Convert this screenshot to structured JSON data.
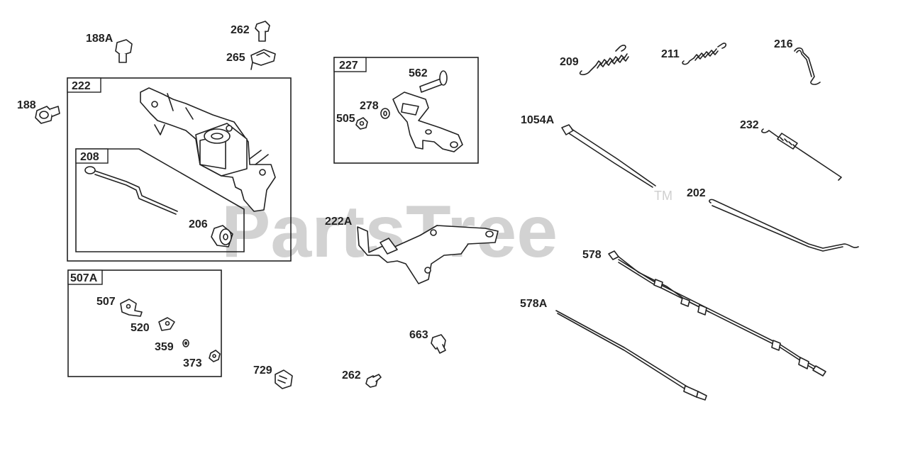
{
  "watermark": {
    "text": "PartsTree",
    "trademark": "TM"
  },
  "group_boxes": [
    {
      "id": "222",
      "label": "222"
    },
    {
      "id": "208",
      "label": "208"
    },
    {
      "id": "227",
      "label": "227"
    },
    {
      "id": "507A",
      "label": "507A"
    }
  ],
  "callouts": {
    "p188A": "188A",
    "p262a": "262",
    "p265": "265",
    "p188": "188",
    "p206": "206",
    "p562": "562",
    "p278": "278",
    "p505": "505",
    "p222A": "222A",
    "p507": "507",
    "p520": "520",
    "p359": "359",
    "p373": "373",
    "p729": "729",
    "p262b": "262",
    "p663": "663",
    "p209": "209",
    "p211": "211",
    "p216": "216",
    "p1054A": "1054A",
    "p232": "232",
    "p202": "202",
    "p578": "578",
    "p578A": "578A"
  }
}
